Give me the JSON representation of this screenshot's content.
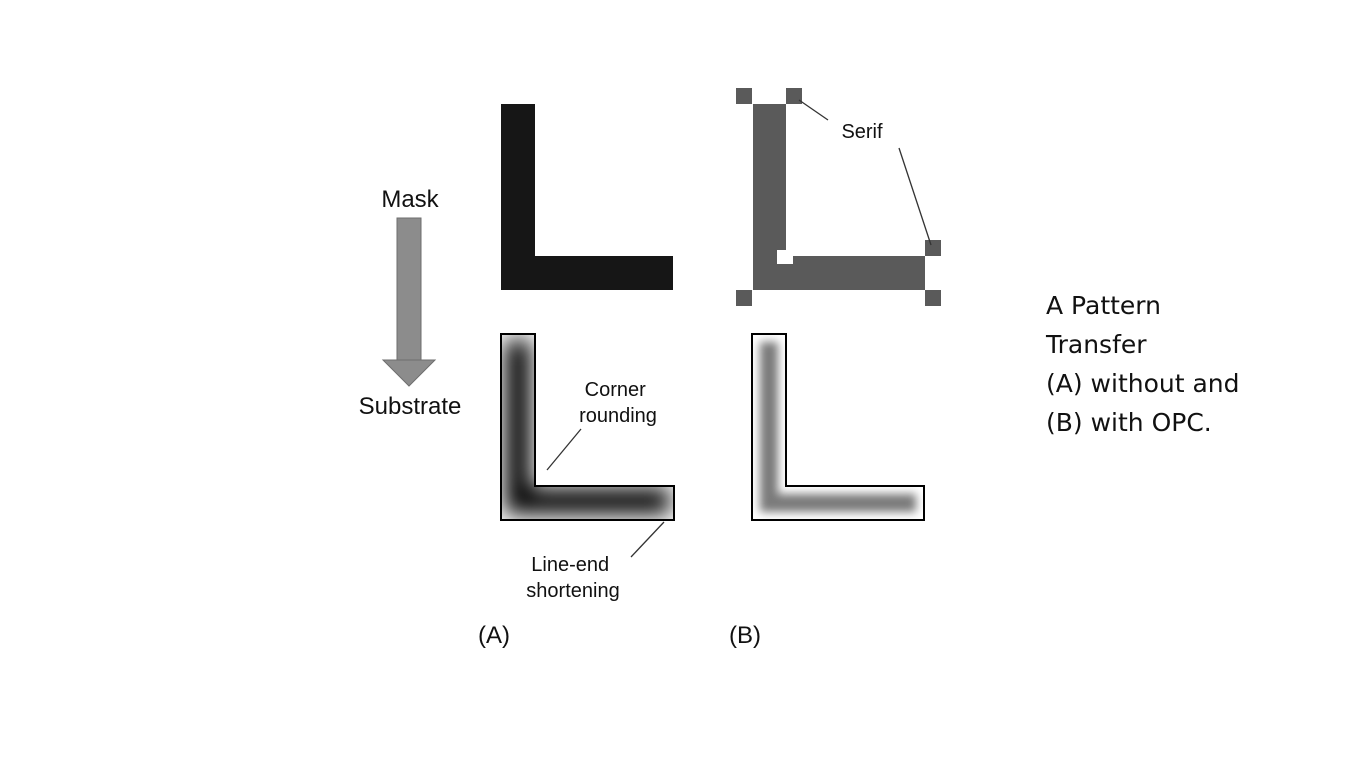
{
  "figure": {
    "direction_labels": {
      "top": "Mask",
      "bottom": "Substrate"
    },
    "panel_a": {
      "label": "(A)",
      "annotations": {
        "corner_rounding": [
          "Corner",
          "rounding"
        ],
        "line_end_shortening": [
          "Line-end",
          "shortening"
        ]
      }
    },
    "panel_b": {
      "label": "(B)",
      "annotations": {
        "serif": "Serif"
      }
    }
  },
  "caption": {
    "lines": [
      "A Pattern",
      "Transfer",
      "(A) without and",
      "(B) with OPC."
    ]
  },
  "colors": {
    "mask_dark": "#161616",
    "opc_gray": "#5a5a5a",
    "arrow_gray": "#8c8c8c",
    "outline": "#000000"
  }
}
